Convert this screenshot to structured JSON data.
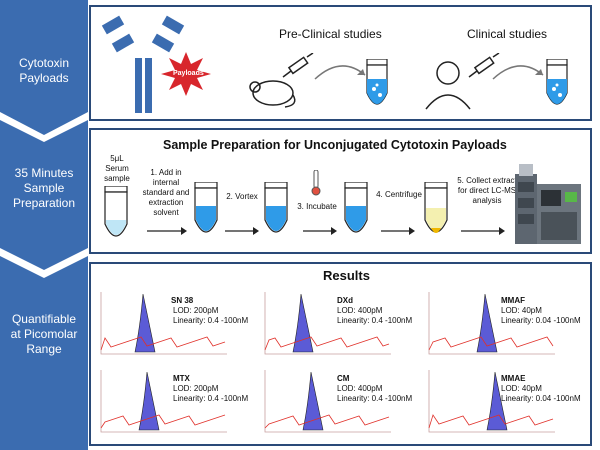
{
  "sidebar": {
    "stages": [
      {
        "label": "Cytotoxin Payloads"
      },
      {
        "label": "35 Minutes Sample Preparation"
      },
      {
        "label": "Quantifiable at Picomolar Range"
      }
    ],
    "color": "#3b6cb0"
  },
  "payloads_panel": {
    "payload_badge": "Payloads",
    "preclinical_label": "Pre-Clinical studies",
    "clinical_label": "Clinical studies"
  },
  "prep_panel": {
    "title": "Sample Preparation for Unconjugated Cytotoxin Payloads",
    "serum_label": "5μL Serum sample",
    "steps": [
      {
        "label": "1. Add in internal standard and extraction solvent"
      },
      {
        "label": "2. Vortex"
      },
      {
        "label": "3. Incubate"
      },
      {
        "label": "4. Centrifuge"
      },
      {
        "label": "5. Collect extract for direct LC-MS analysis"
      }
    ]
  },
  "results": {
    "title": "Results",
    "items": [
      {
        "name": "SN 38",
        "lod": "LOD: 200pM",
        "linearity": "Linearity: 0.4 -100nM"
      },
      {
        "name": "DXd",
        "lod": "LOD: 400pM",
        "linearity": "Linearity: 0.4 -100nM"
      },
      {
        "name": "MMAF",
        "lod": "LOD: 40pM",
        "linearity": "Linearity: 0.04 -100nM"
      },
      {
        "name": "MTX",
        "lod": "LOD: 200pM",
        "linearity": "Linearity: 0.4 -100nM"
      },
      {
        "name": "CM",
        "lod": "LOD: 400pM",
        "linearity": "Linearity: 0.4 -100nM"
      },
      {
        "name": "MMAE",
        "lod": "LOD: 40pM",
        "linearity": "Linearity: 0.04 -100nM"
      }
    ]
  },
  "colors": {
    "peak_fill": "#5b5bd6",
    "trace": "#e0302a",
    "liquid": "#2f9be8",
    "panel_border": "#2a4a78"
  }
}
